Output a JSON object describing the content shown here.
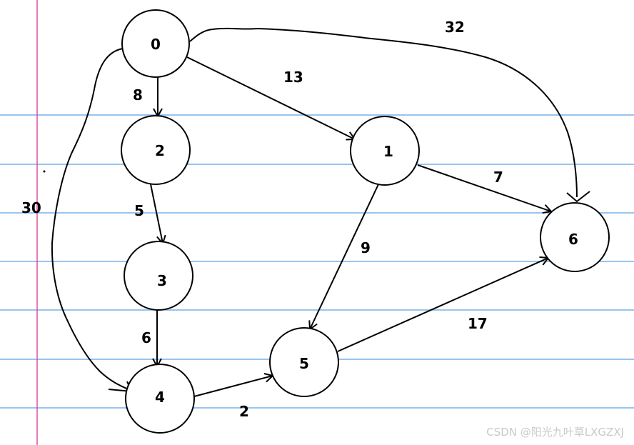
{
  "nodes": [
    {
      "id": "n0",
      "label": "0"
    },
    {
      "id": "n1",
      "label": "1"
    },
    {
      "id": "n2",
      "label": "2"
    },
    {
      "id": "n3",
      "label": "3"
    },
    {
      "id": "n4",
      "label": "4"
    },
    {
      "id": "n5",
      "label": "5"
    },
    {
      "id": "n6",
      "label": "6"
    }
  ],
  "edges": [
    {
      "from": "0",
      "to": "2",
      "weight": "8"
    },
    {
      "from": "0",
      "to": "1",
      "weight": "13"
    },
    {
      "from": "0",
      "to": "6",
      "weight": "32"
    },
    {
      "from": "0",
      "to": "4",
      "weight": "30"
    },
    {
      "from": "2",
      "to": "3",
      "weight": "5"
    },
    {
      "from": "3",
      "to": "4",
      "weight": "6"
    },
    {
      "from": "4",
      "to": "5",
      "weight": "2"
    },
    {
      "from": "1",
      "to": "6",
      "weight": "7"
    },
    {
      "from": "1",
      "to": "5",
      "weight": "9"
    },
    {
      "from": "5",
      "to": "6",
      "weight": "17"
    }
  ],
  "watermark": "CSDN @阳光九叶草LXGZXJ"
}
